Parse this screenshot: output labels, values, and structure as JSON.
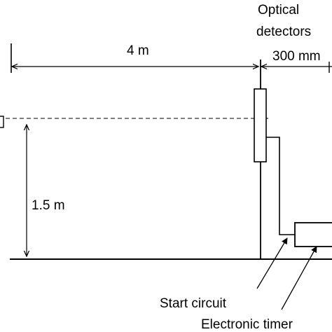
{
  "labels": {
    "optical_line1": "Optical",
    "optical_line2": "detectors",
    "horizontal_distance": "4 m",
    "detector_spacing": "300 mm",
    "height": "1.5 m",
    "start_circuit": "Start circuit",
    "electronic_timer": "Electronic timer"
  },
  "colors": {
    "line": "#000000",
    "background": "#ffffff"
  }
}
